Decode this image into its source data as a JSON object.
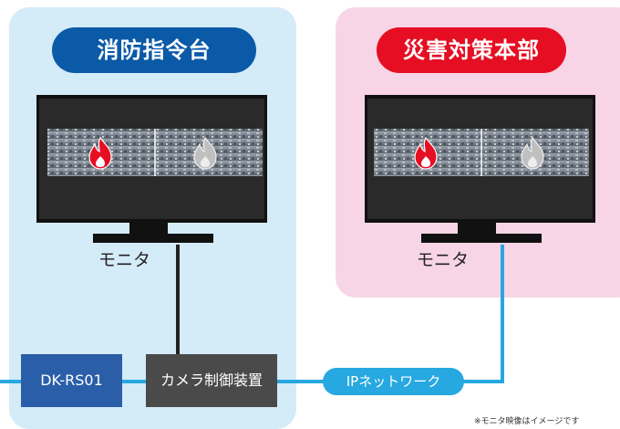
{
  "command_center": {
    "title": "消防指令台",
    "monitor_label": "モニタ"
  },
  "disaster_hq": {
    "title": "災害対策本部",
    "monitor_label": "モニタ"
  },
  "devices": {
    "dk_rs01": "DK-RS01",
    "camera_controller": "カメラ制御装置"
  },
  "network": {
    "label": "IPネットワーク"
  },
  "footnote": "※モニタ映像はイメージです",
  "colors": {
    "command_center_panel": "#d4ebf8",
    "disaster_hq_panel": "#f8d5e6",
    "command_center_title": "#0b5aa7",
    "disaster_hq_title": "#e60e23",
    "dk_box": "#2a5ea8",
    "controller_box": "#4a4a4a",
    "network_line": "#27a8e0"
  }
}
